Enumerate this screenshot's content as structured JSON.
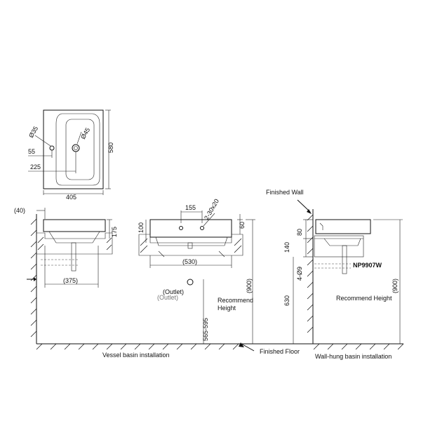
{
  "top_view": {
    "width": "405",
    "depth": "580",
    "tap_hole": "Ø35",
    "outlet_hole": "Ø45",
    "offset_55": "55",
    "offset_225": "225"
  },
  "vessel": {
    "wall_offset": "(40)",
    "height_175": "175",
    "base_width": "(375)"
  },
  "middle": {
    "hole_spacing": "155",
    "holes": "2-30x20",
    "height_100": "100",
    "height_60": "60",
    "base_width": "(530)",
    "outlet": "(Outlet)",
    "outlet_ghost": "(Outlet)",
    "outlet_height": "565-595",
    "recommend_height": "(900)",
    "recommend_label_1": "Recommend",
    "recommend_label_2": "Height"
  },
  "wall_hung": {
    "finished_wall": "Finished Wall",
    "height_80": "80",
    "height_140": "140",
    "bolts": "4-Ø9",
    "height_630": "630",
    "model": "NP9907W",
    "recommend_height": "(900)",
    "recommend_label": "Recommend Height"
  },
  "footer": {
    "finished_floor": "Finished Floor",
    "vessel_caption": "Vessel basin installation",
    "wall_caption": "Wall-hung basin installation"
  }
}
